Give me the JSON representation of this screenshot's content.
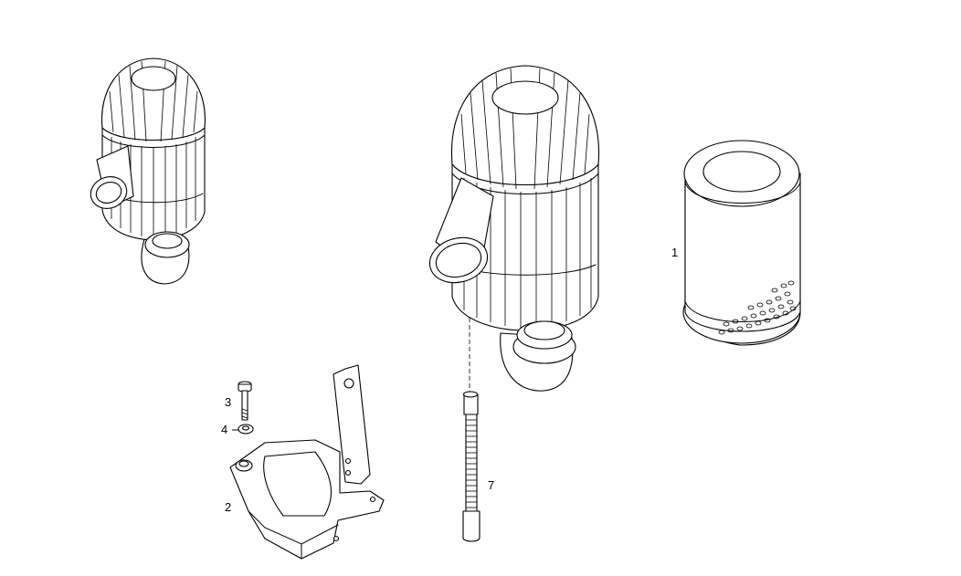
{
  "callouts": {
    "part_1": "1",
    "part_2": "2",
    "part_3": "3",
    "part_4": "4",
    "part_7": "7"
  },
  "colors": {
    "line": "#000000",
    "background": "#ffffff"
  }
}
